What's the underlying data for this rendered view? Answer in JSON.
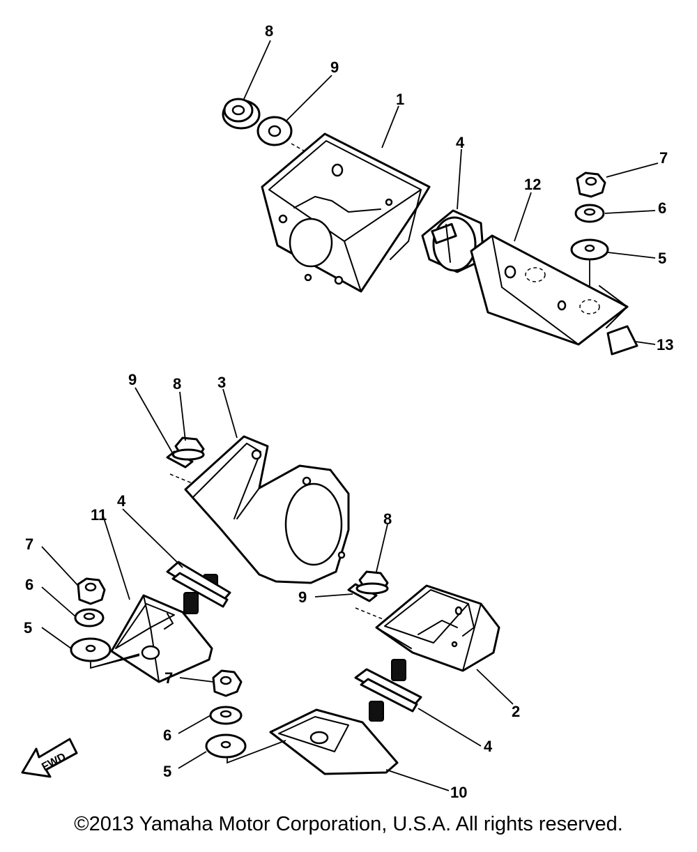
{
  "diagram": {
    "callouts": {
      "c1": "1",
      "c2": "2",
      "c3": "3",
      "c4_top": "4",
      "c4_left": "4",
      "c4_right": "4",
      "c5_top": "5",
      "c5_left": "5",
      "c5_bottom": "5",
      "c6_top": "6",
      "c6_left": "6",
      "c6_bottom": "6",
      "c7_top": "7",
      "c7_left": "7",
      "c7_bottom": "7",
      "c8_top": "8",
      "c8_mid": "8",
      "c8_right": "8",
      "c9_top": "9",
      "c9_mid": "9",
      "c9_right": "9",
      "c10": "10",
      "c11": "11",
      "c12": "12",
      "c13": "13"
    },
    "fwd_label": "FWD"
  },
  "footer": {
    "copyright": "©2013 Yamaha Motor Corporation, U.S.A. All rights reserved."
  }
}
